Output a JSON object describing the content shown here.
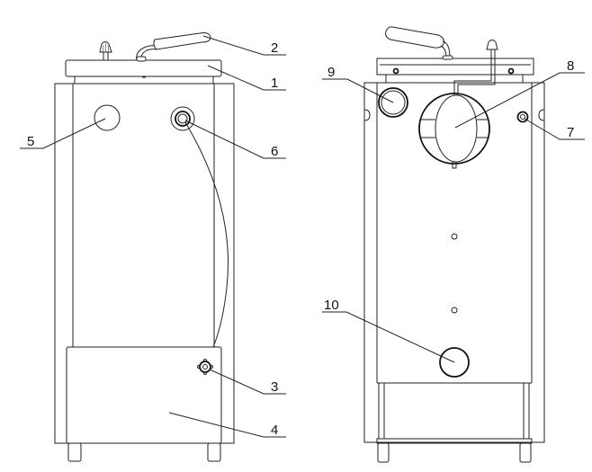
{
  "title": "Boiler front and rear view",
  "callouts": {
    "c1": "1",
    "c2": "2",
    "c3": "3",
    "c4": "4",
    "c5": "5",
    "c6": "6",
    "c7": "7",
    "c8": "8",
    "c9": "9",
    "c10": "10"
  },
  "colors": {
    "line": "#222222",
    "background": "#ffffff"
  }
}
